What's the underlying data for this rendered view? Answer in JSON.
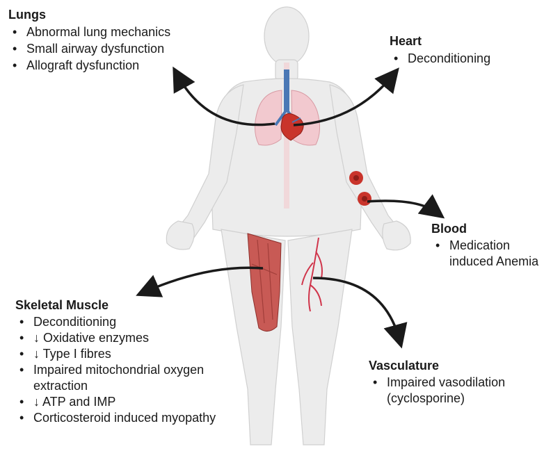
{
  "lungs": {
    "title": "Lungs",
    "items": [
      "Abnormal lung mechanics",
      "Small airway dysfunction",
      "Allograft dysfunction"
    ]
  },
  "heart": {
    "title": "Heart",
    "items": [
      "Deconditioning"
    ]
  },
  "blood": {
    "title": "Blood",
    "items": [
      "Medication induced Anemia"
    ]
  },
  "skeletal_muscle": {
    "title": "Skeletal Muscle",
    "items": [
      "Deconditioning",
      "↓ Oxidative enzymes",
      "↓ Type I fibres",
      "Impaired mitochondrial oxygen extraction",
      "↓ ATP and IMP",
      "Corticosteroid induced myopathy"
    ]
  },
  "vasculature": {
    "title": "Vasculature",
    "items": [
      "Impaired vasodilation (cyclosporine)"
    ]
  },
  "colors": {
    "body": "#ececec",
    "lung": "#f2c9cf",
    "heart": "#c9342b",
    "trachea": "#4a78b5",
    "muscle": "#c85a55",
    "vessel": "#d0344a",
    "arrow": "#1a1a1a"
  }
}
